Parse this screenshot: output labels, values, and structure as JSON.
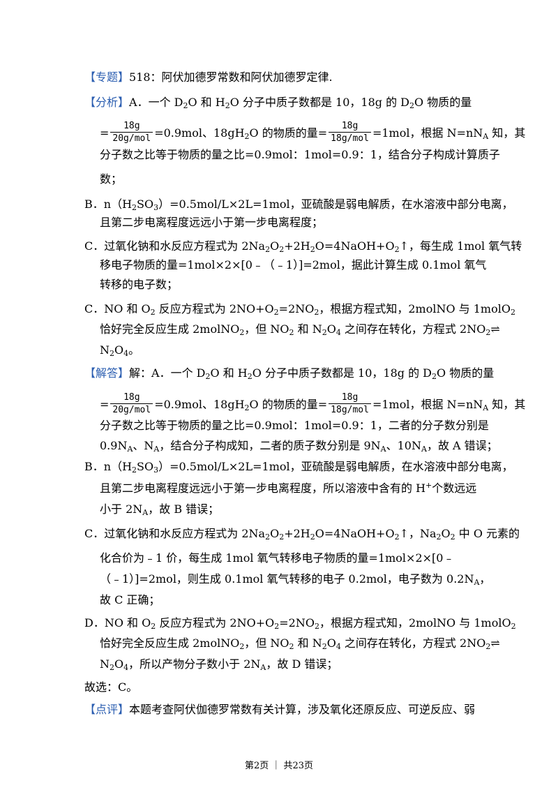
{
  "tags": {
    "topic": "【专题】",
    "analysis": "【分析】",
    "answer": "【解答】",
    "review": "【点评】"
  },
  "lines": {
    "topic_text": "518：阿伏加德罗常数和阿伏加德罗定律.",
    "a1": "A．一个 D",
    "a1b": "O 和 H",
    "a1c": "O 分子中质子数都是 10，18g 的 D",
    "a1d": "O 物质的量",
    "frac_num": "18g",
    "frac_den": "20g/mol",
    "frac2_den": "18g/mol",
    "a2a": "=0.9mol、18gH",
    "a2b": "O 的物质的量=",
    "a2c": "=1mol，根据 N=nN",
    "a2d": " 知，其",
    "a3": "分子数之比等于物质的量之比=0.9mol：1mol=0.9：1，结合分子构成计算质子",
    "a4": "数；",
    "b1a": "B．n（H",
    "b1b": "SO",
    "b1c": "）=0.5mol/L×2L=1mol，亚硫酸是弱电解质，在水溶液中部分电离，",
    "b2": "且第二步电离程度远远小于第一步电离程度；",
    "c1a": "C．过氧化钠和水反应方程式为 2Na",
    "c1b": "O",
    "c1c": "+2H",
    "c1d": "O=4NaOH+O",
    "c1e": "↑，每生成 1mol 氧气转",
    "c2": "移电子物质的量=1mol×2×[0﹣（﹣1）]=2mol，据此计算生成 0.1mol 氧气",
    "c3": "转移的电子数；",
    "d1a": "C．NO 和 O",
    "d1b": " 反应方程式为 2NO+O",
    "d1c": "=2NO",
    "d1d": "，根据方程式知，2molNO 与 1molO",
    "d2a": "恰好完全反应生成 2molNO",
    "d2b": "，但 NO",
    "d2c": " 和 N",
    "d2d": "O",
    "d2e": " 之间存在转化，方程式 2NO",
    "d2f": "⇌",
    "d3a": "N",
    "d3b": "O",
    "d3c": "。",
    "s1a": "解：A．一个 D",
    "s3": "分子数之比等于物质的量之比=0.9mol：1mol=0.9：1，二者的分子数分别是",
    "s4a": "0.9N",
    "s4b": "、N",
    "s4c": "，结合分子构成知，二者的质子数分别是 9N",
    "s4d": "、10N",
    "s4e": "，故 A 错误；",
    "sb2": "且第二步电离程度远远小于第一步电离程度，所以溶液中含有的 H",
    "sb2b": "个数远远",
    "sb3a": "小于 2N",
    "sb3b": "，故 B 错误；",
    "sc1e": "↑，Na",
    "sc1f": " 中 O 元素的",
    "sc2": "化合价为﹣1 价，每生成 1mol 氧气转移电子物质的量=1mol×2×[0﹣",
    "sc3a": "（﹣1）]=2mol，则生成 0.1mol 氧气转移的电子 0.2mol，电子数为 0.2N",
    "sc3b": "，",
    "sc4": "故 C 正确；",
    "sd1a": "D．NO 和 O",
    "sd3c": "，所以产物分子数小于 2N",
    "sd3d": "，故 D 错误；",
    "choice": "故选：C。",
    "review_text": "本题考查阿伏伽德罗常数有关计算，涉及氧化还原反应、可逆反应、弱",
    "sub2": "2",
    "sub3": "3",
    "sub4": "4",
    "subA": "A",
    "plus": "+"
  },
  "footer": "第2页 ｜ 共23页"
}
